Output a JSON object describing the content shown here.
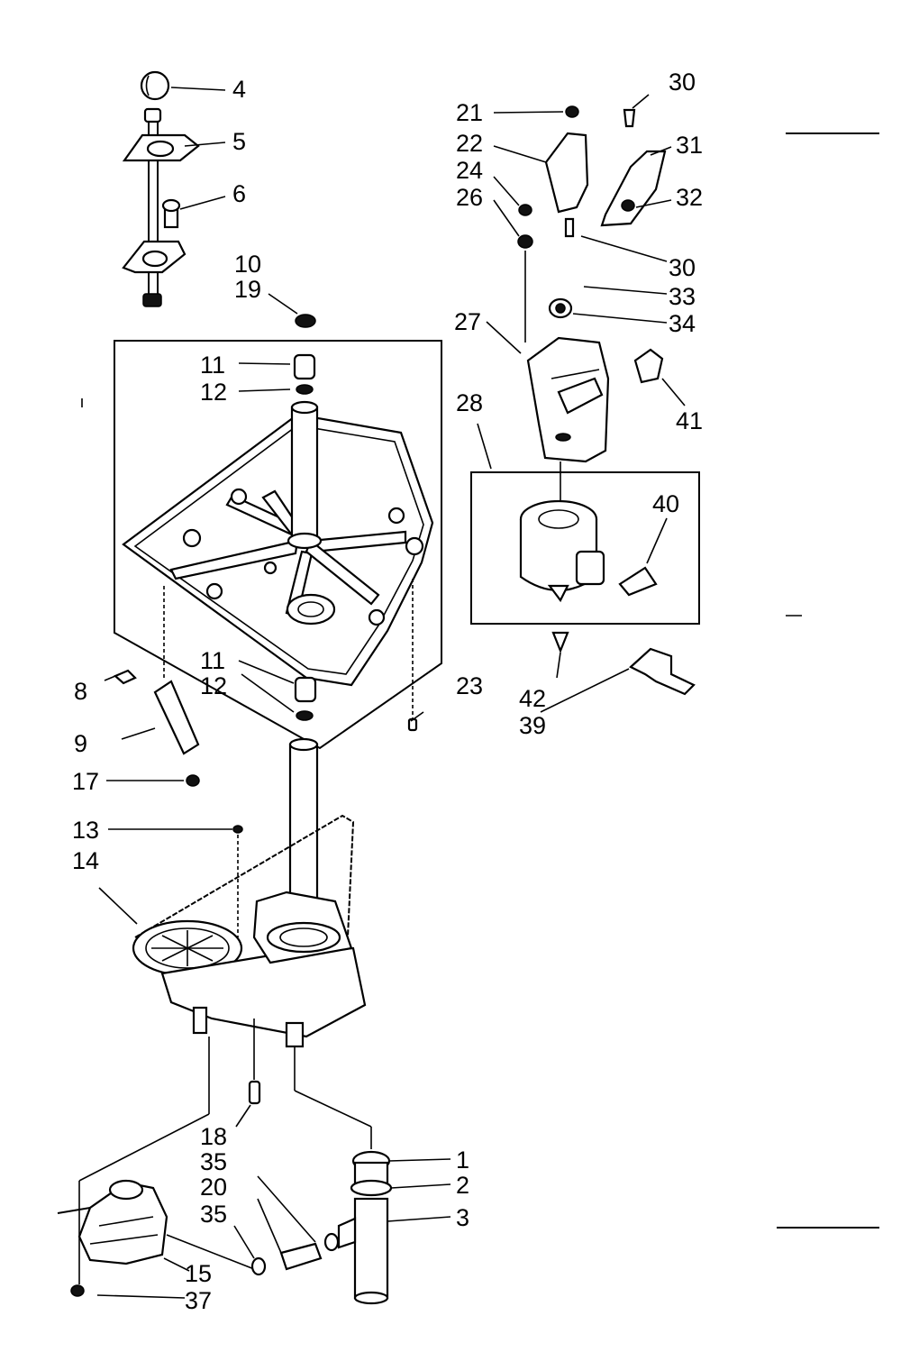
{
  "labels": {
    "l1": "1",
    "l2": "2",
    "l3": "3",
    "l4": "4",
    "l5": "5",
    "l6": "6",
    "l8": "8",
    "l9": "9",
    "l10": "10",
    "l11a": "11",
    "l11b": "11",
    "l12a": "12",
    "l12b": "12",
    "l13": "13",
    "l14": "14",
    "l15": "15",
    "l17": "17",
    "l18": "18",
    "l19": "19",
    "l20": "20",
    "l21": "21",
    "l22": "22",
    "l23": "23",
    "l24": "24",
    "l26": "26",
    "l27": "27",
    "l28": "28",
    "l30a": "30",
    "l30b": "30",
    "l31": "31",
    "l32": "32",
    "l33": "33",
    "l34": "34",
    "l35a": "35",
    "l35b": "35",
    "l37": "37",
    "l39": "39",
    "l40": "40",
    "l41": "41",
    "l42": "42"
  }
}
